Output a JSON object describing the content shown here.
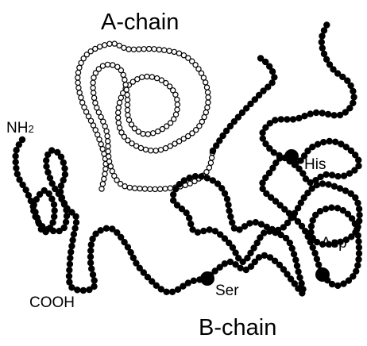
{
  "labels": {
    "a_chain": "A-chain",
    "b_chain": "B-chain",
    "nh2_main": "NH",
    "nh2_sub": "2",
    "cooh": "COOH",
    "his": "His",
    "asp": "Asp",
    "ser": "Ser"
  },
  "colors": {
    "a_chain_bead_fill": "#ffffff",
    "b_chain_bead_fill": "#000000",
    "active_site_residue": "#000000"
  }
}
